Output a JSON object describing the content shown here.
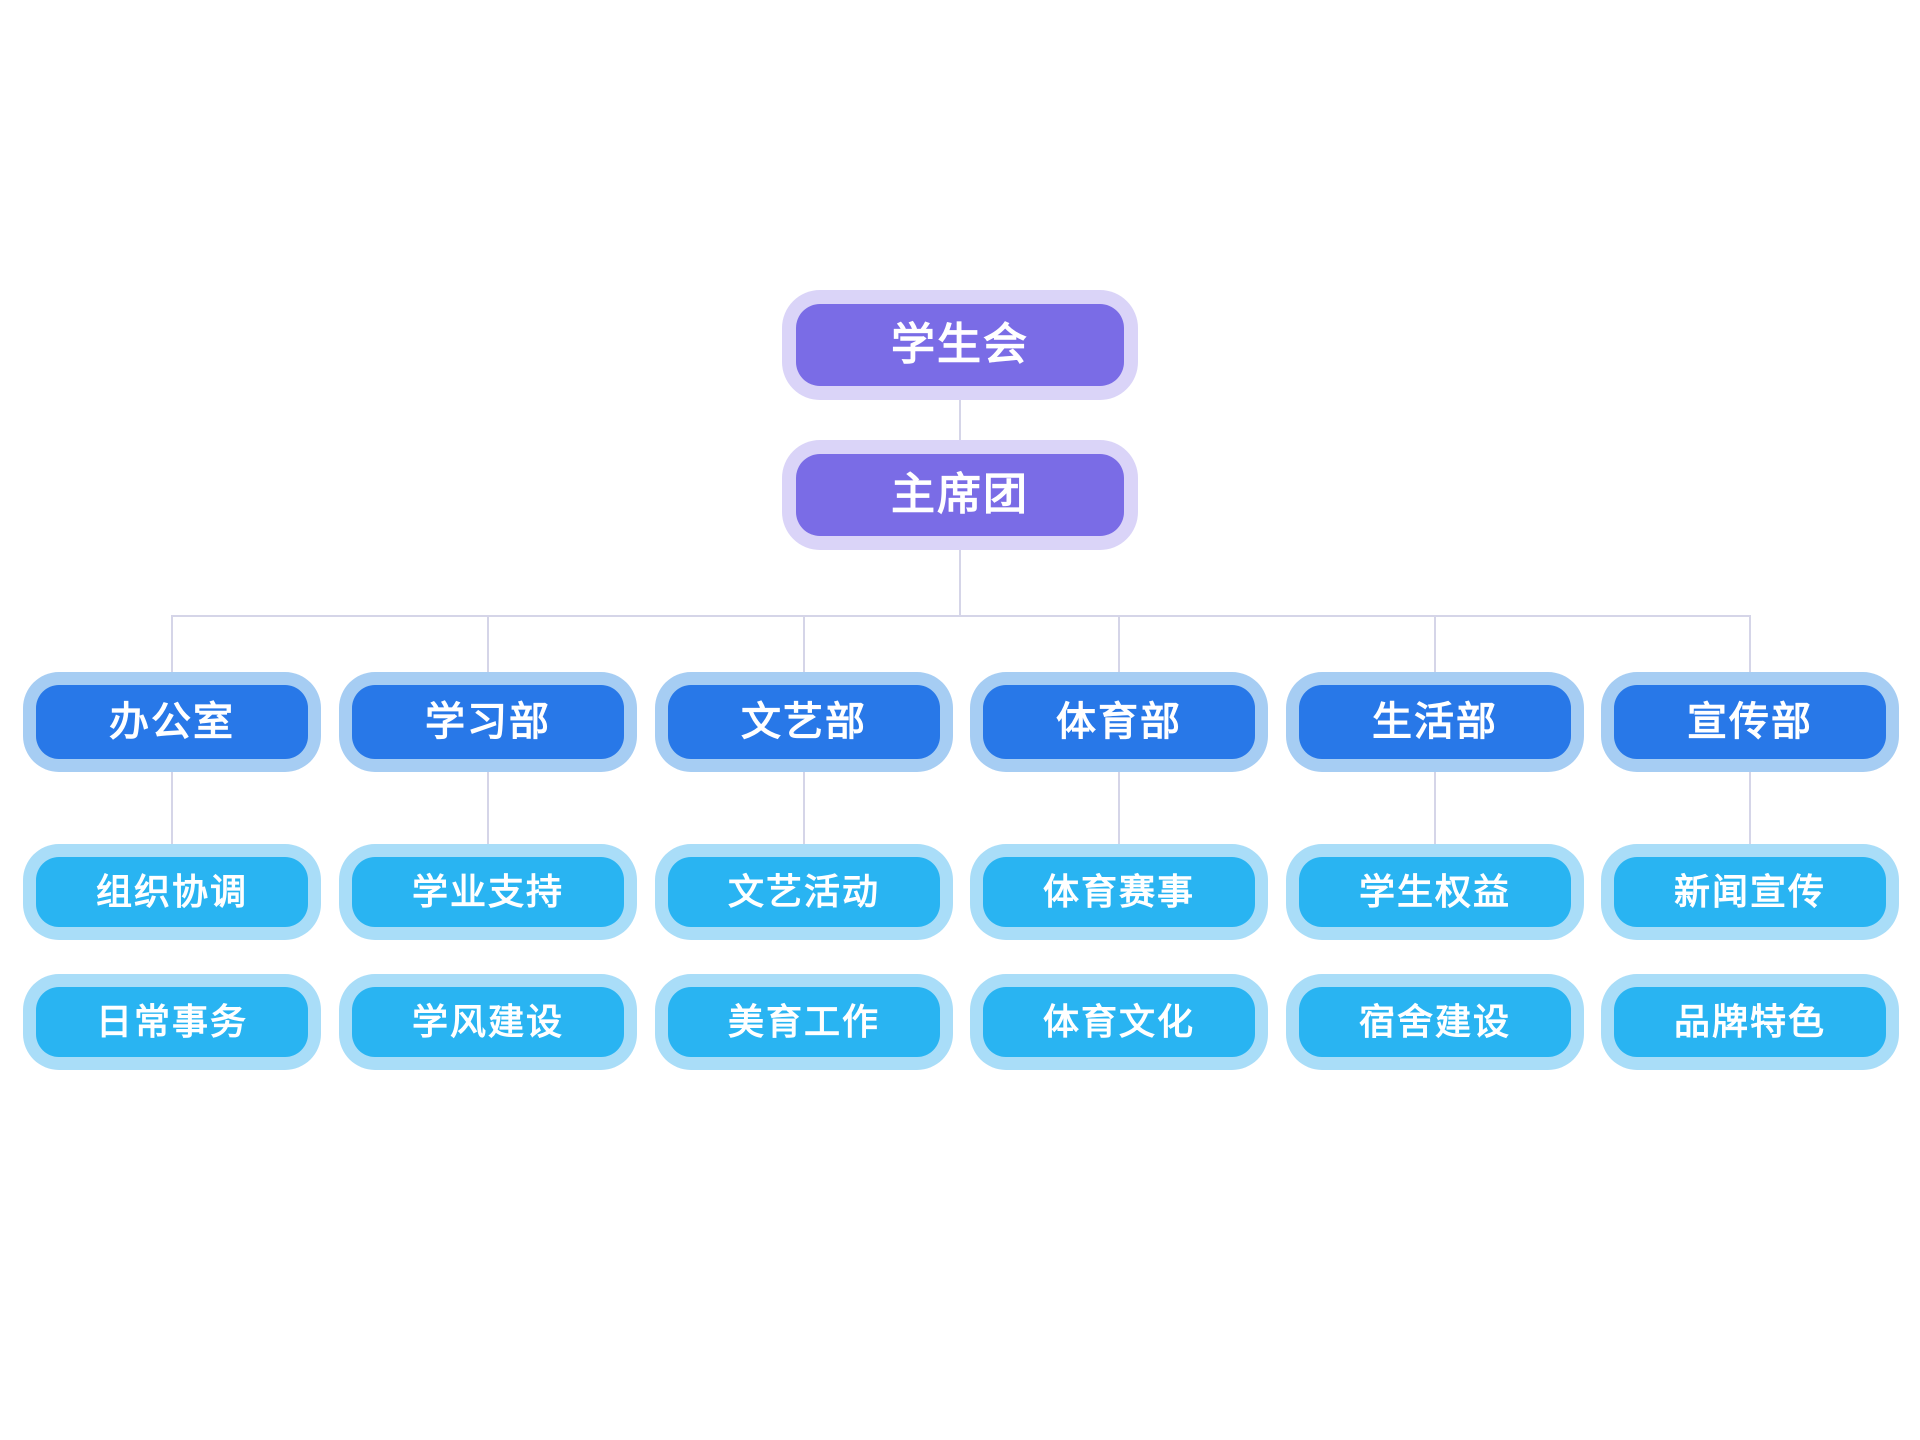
{
  "palette": {
    "background": "#ffffff",
    "root_fill": "#7a6ce6",
    "root_halo": "#dad4f8",
    "dept_fill": "#2878e8",
    "dept_halo": "#a6cdf3",
    "sub_fill": "#29b4f2",
    "sub_halo": "#a9ddf8",
    "connector": "#d5d5e8",
    "text": "#ffffff"
  },
  "org": {
    "root": {
      "label": "学生会"
    },
    "presidium": {
      "label": "主席团"
    },
    "departments": [
      {
        "label": "办公室",
        "children": [
          {
            "label": "组织协调"
          },
          {
            "label": "日常事务"
          }
        ]
      },
      {
        "label": "学习部",
        "children": [
          {
            "label": "学业支持"
          },
          {
            "label": "学风建设"
          }
        ]
      },
      {
        "label": "文艺部",
        "children": [
          {
            "label": "文艺活动"
          },
          {
            "label": "美育工作"
          }
        ]
      },
      {
        "label": "体育部",
        "children": [
          {
            "label": "体育赛事"
          },
          {
            "label": "体育文化"
          }
        ]
      },
      {
        "label": "生活部",
        "children": [
          {
            "label": "学生权益"
          },
          {
            "label": "宿舍建设"
          }
        ]
      },
      {
        "label": "宣传部",
        "children": [
          {
            "label": "新闻宣传"
          },
          {
            "label": "品牌特色"
          }
        ]
      }
    ]
  }
}
